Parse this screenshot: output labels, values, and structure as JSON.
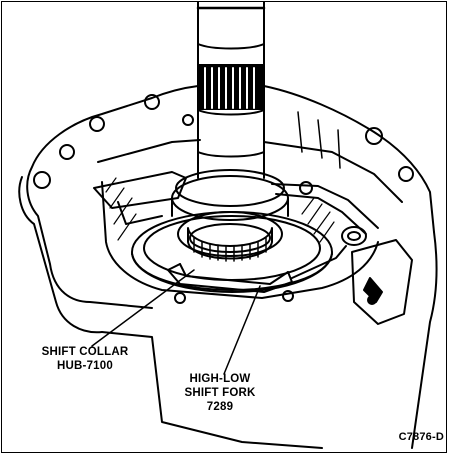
{
  "callouts": {
    "shift_collar": {
      "line1": "SHIFT COLLAR",
      "line2": "HUB-7100"
    },
    "shift_fork": {
      "line1": "HIGH-LOW",
      "line2": "SHIFT FORK",
      "line3": "7289"
    }
  },
  "figure_id": "C7876-D",
  "colors": {
    "ink": "#000000",
    "paper": "#ffffff"
  }
}
